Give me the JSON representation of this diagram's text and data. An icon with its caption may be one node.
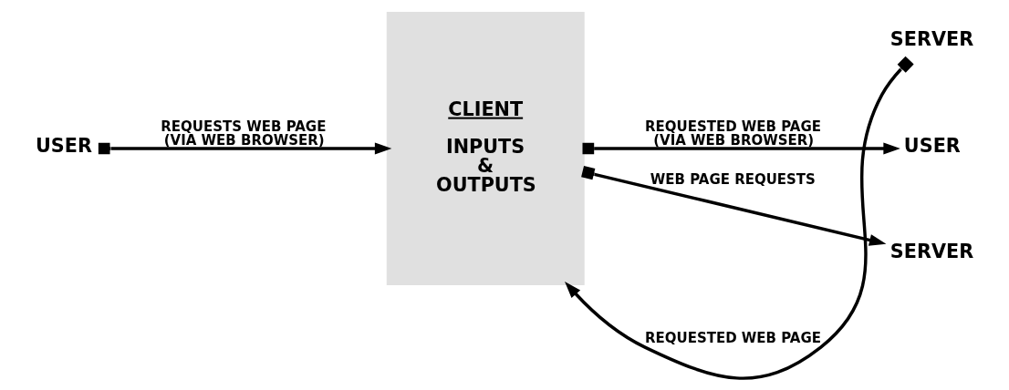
{
  "diagram": {
    "nodes": [
      {
        "text": [
          "CLIENT",
          "INPUTS & OUTPUTS"
        ]
      },
      {
        "text": [
          "USER"
        ]
      },
      {
        "text": [
          "SERVER"
        ]
      },
      {
        "text": [
          "USER"
        ]
      },
      {
        "text": [
          "SERVER"
        ]
      }
    ],
    "edges": [
      {
        "from": 1,
        "to": 0,
        "arrow": "to",
        "label": "REQUESTS WEB PAGE (VIA WEB BROWSER)"
      },
      {
        "from": 2,
        "to": 0,
        "arrow": "to",
        "label": "REQUESTED WEB PAGE"
      },
      {
        "from": 0,
        "to": 3,
        "arrow": "to",
        "label": "REQUESTED WEB PAGE (VIA WEB BROWSER)"
      },
      {
        "from": 0,
        "to": 4,
        "arrow": "to",
        "label": "WEB PAGE REQUESTS"
      }
    ]
  }
}
